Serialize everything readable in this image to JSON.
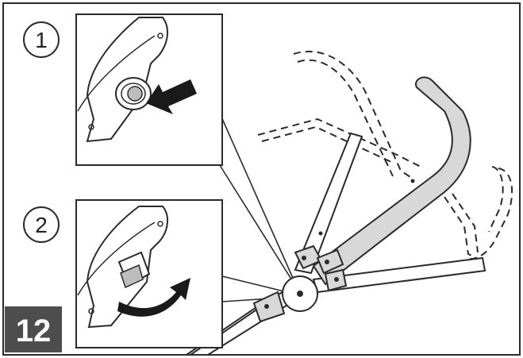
{
  "figure": {
    "number": "12",
    "steps": [
      {
        "label": "1",
        "action": "press-button"
      },
      {
        "label": "2",
        "action": "rotate-fold-lever"
      }
    ]
  },
  "colors": {
    "line": "#2a2a2a",
    "part_fill": "#d8d8d8",
    "badge_bg": "#4d4d4d",
    "badge_text": "#ffffff"
  },
  "icons": [
    "press-arrow-icon",
    "rotate-arrow-icon",
    "hinge-joint-icon"
  ]
}
